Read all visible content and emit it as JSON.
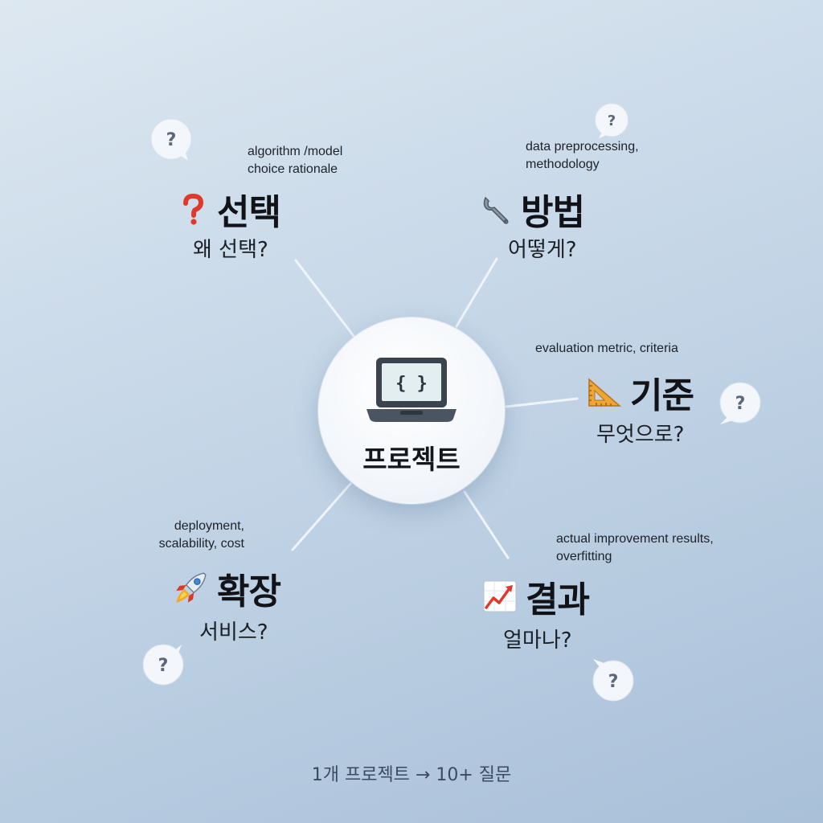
{
  "center": {
    "label": "프로젝트",
    "icon": "laptop-code-icon",
    "screen_glyph": "{ }"
  },
  "branches": [
    {
      "id": "choice",
      "icon": "red-question-mark-icon",
      "title": "선택",
      "subtitle": "왜 선택?",
      "description": "algorithm /model\nchoice rationale"
    },
    {
      "id": "method",
      "icon": "wrench-icon",
      "title": "방법",
      "subtitle": "어떻게?",
      "description": "data preprocessing,\nmethodology"
    },
    {
      "id": "criteria",
      "icon": "triangular-ruler-icon",
      "title": "기준",
      "subtitle": "무엇으로?",
      "description": "evaluation metric, criteria"
    },
    {
      "id": "result",
      "icon": "chart-increasing-icon",
      "title": "결과",
      "subtitle": "얼마나?",
      "description": "actual improvement results,\noverfitting"
    },
    {
      "id": "scale",
      "icon": "rocket-icon",
      "title": "확장",
      "subtitle": "서비스?",
      "description": "deployment,\nscalability, cost"
    }
  ],
  "bubble_glyph": "?",
  "footer": "1개 프로젝트 → 10+ 질문",
  "colors": {
    "background": "#c5d6e7",
    "center_fill": "#f1f5fa",
    "connector": "#eef4fa",
    "text": "#16191f",
    "footer_text": "#3b4a5e"
  }
}
